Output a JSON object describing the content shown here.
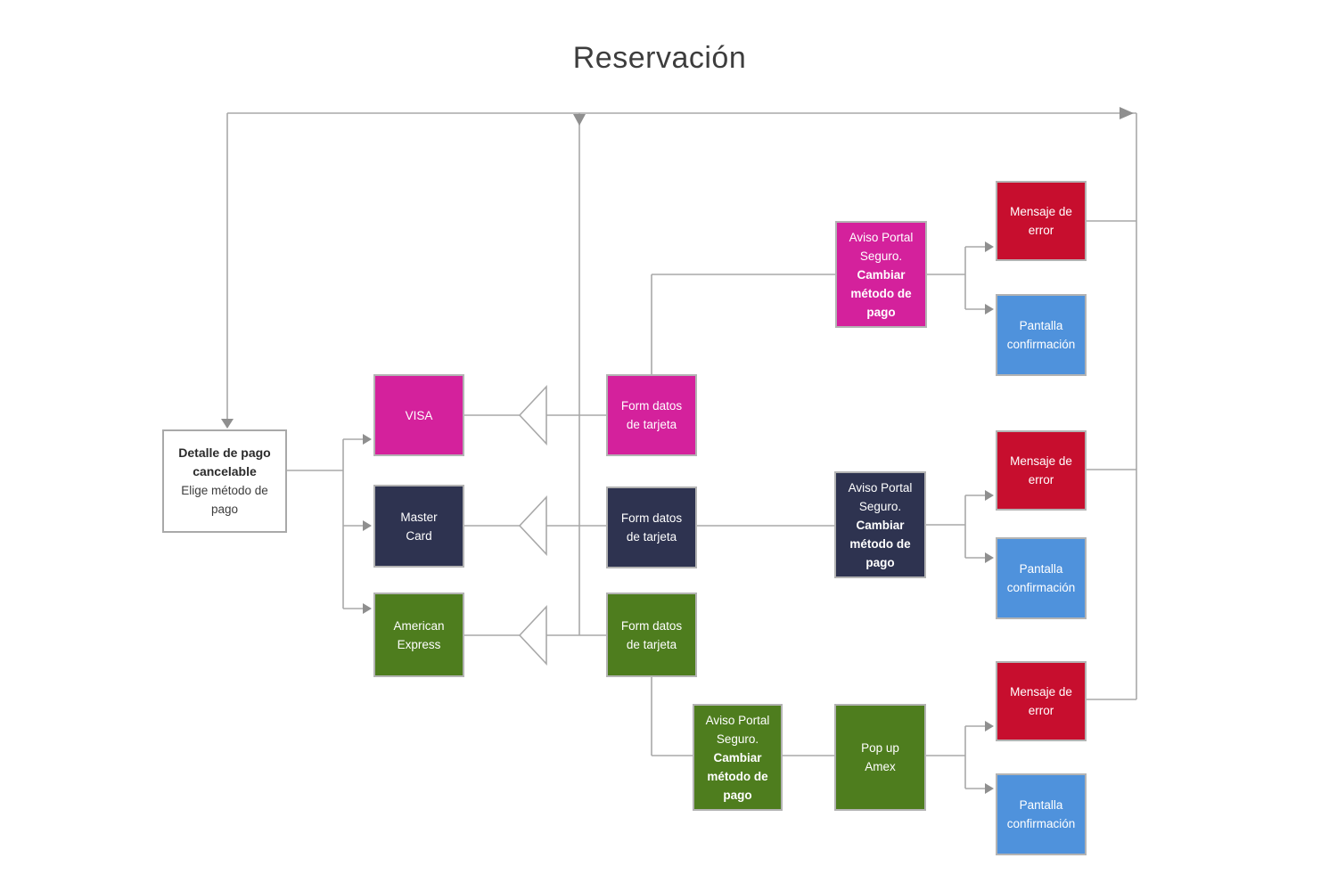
{
  "title": "Reservación",
  "colors": {
    "magenta": "#d4219c",
    "navy": "#2e3350",
    "green": "#4e7d1e",
    "red": "#c70e2e",
    "blue": "#4f92dc",
    "connector_gray": "#a8a8a8"
  },
  "start_node": {
    "title": "Detalle de pago cancelable",
    "subtitle": "Elige método de pago"
  },
  "payment_methods": {
    "visa": "VISA",
    "master_card": "Master Card",
    "american_express": "American Express"
  },
  "forms": {
    "visa": "Form datos de tarjeta",
    "master_card": "Form datos de tarjeta",
    "american_express": "Form datos de tarjeta"
  },
  "aviso": {
    "visa": {
      "plain": "Aviso Portal Seguro.",
      "bold": "Cambiar método de pago"
    },
    "master_card": {
      "plain": "Aviso Portal Seguro.",
      "bold": "Cambiar método de pago"
    },
    "american_express": {
      "plain": "Aviso Portal Seguro.",
      "bold": "Cambiar método de pago"
    }
  },
  "popup": {
    "amex": "Pop up Amex"
  },
  "outcomes": {
    "error_visa": "Mensaje de error",
    "confirm_visa": "Pantalla confirmación",
    "error_master_card": "Mensaje de error",
    "confirm_master_card": "Pantalla confirmación",
    "error_amex": "Mensaje de error",
    "confirm_amex": "Pantalla confirmación"
  }
}
